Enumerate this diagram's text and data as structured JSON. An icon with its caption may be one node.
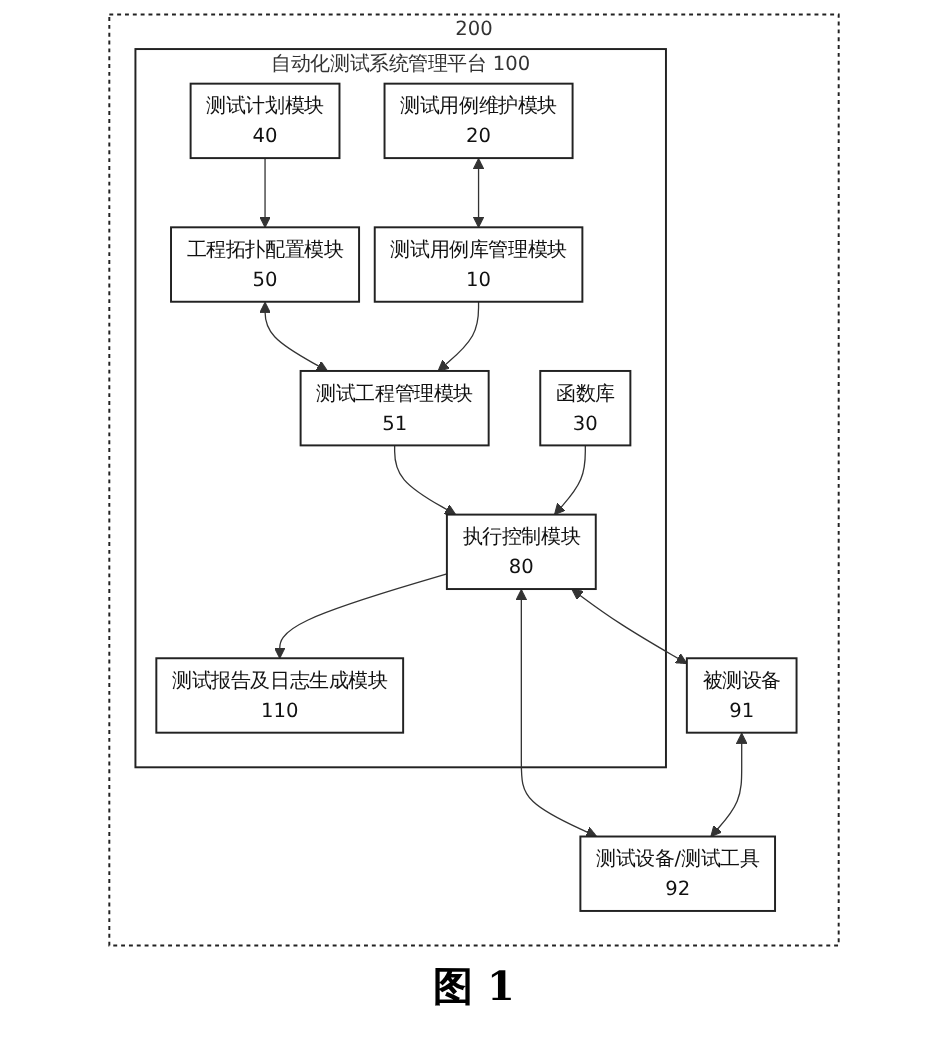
{
  "diagram": {
    "caption": "图 1",
    "nodes": [
      {
        "text": [
          "200"
        ]
      },
      {
        "text": [
          "自动化测试系统管理平台",
          "100"
        ],
        "in": 0
      },
      {
        "text": [
          "测试计划模块",
          "40"
        ],
        "in": 1
      },
      {
        "text": [
          "测试用例维护模块",
          "20"
        ],
        "in": 1
      },
      {
        "text": [
          "工程拓扑配置模块",
          "50"
        ],
        "in": 1
      },
      {
        "text": [
          "测试用例库管理模块",
          "10"
        ],
        "in": 1
      },
      {
        "text": [
          "测试工程管理模块",
          "51"
        ],
        "in": 1
      },
      {
        "text": [
          "函数库",
          "30"
        ],
        "in": 1
      },
      {
        "text": [
          "执行控制模块",
          "80"
        ],
        "in": 1
      },
      {
        "text": [
          "测试报告及日志生成模块",
          "110"
        ],
        "in": 1
      },
      {
        "text": [
          "被测设备",
          "91"
        ],
        "in": 0
      },
      {
        "text": [
          "测试设备/测试工具",
          "92"
        ],
        "in": 0
      }
    ],
    "edges": [
      {
        "from": 2,
        "to": 4,
        "arrow": "to"
      },
      {
        "from": 3,
        "to": 5,
        "arrow": "both"
      },
      {
        "from": 4,
        "to": 6,
        "arrow": "both"
      },
      {
        "from": 5,
        "to": 6,
        "arrow": "to"
      },
      {
        "from": 6,
        "to": 8,
        "arrow": "to"
      },
      {
        "from": 7,
        "to": 8,
        "arrow": "to"
      },
      {
        "from": 8,
        "to": 9,
        "arrow": "to"
      },
      {
        "from": 8,
        "to": 10,
        "arrow": "both"
      },
      {
        "from": 8,
        "to": 11,
        "arrow": "both"
      },
      {
        "from": 10,
        "to": 11,
        "arrow": "both"
      }
    ]
  }
}
